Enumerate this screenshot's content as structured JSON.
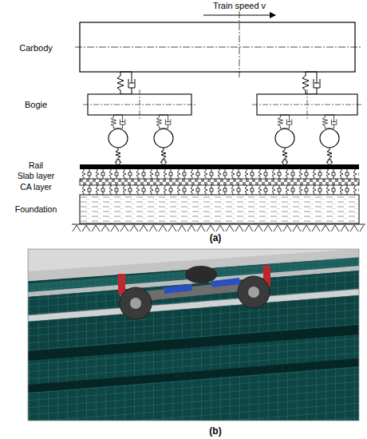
{
  "diagram": {
    "labels": [
      "Train speed v",
      "Carbody",
      "Bogie",
      "Rail",
      "Slab layer",
      "CA layer",
      "Foundation",
      "(a)",
      "(b)"
    ]
  }
}
